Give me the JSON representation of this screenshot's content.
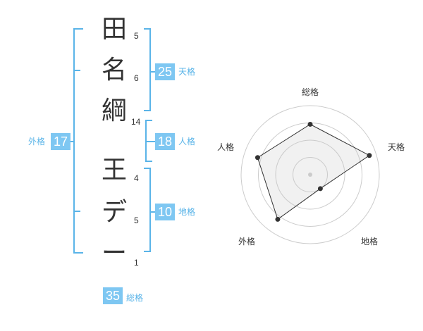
{
  "name_chars": [
    {
      "char": "田",
      "strokes": "5"
    },
    {
      "char": "名",
      "strokes": "6"
    },
    {
      "char": "綱",
      "strokes": "14"
    },
    {
      "char": "王",
      "strokes": "4"
    },
    {
      "char": "デ",
      "strokes": "5"
    },
    {
      "char": "ー",
      "strokes": "1"
    }
  ],
  "kakusu": {
    "tenkaku": {
      "value": "25",
      "label": "天格"
    },
    "jinkaku": {
      "value": "18",
      "label": "人格"
    },
    "chikaku": {
      "value": "10",
      "label": "地格"
    },
    "gaikaku": {
      "value": "17",
      "label": "外格"
    },
    "soukaku": {
      "value": "35",
      "label": "総格"
    }
  },
  "accent_color": "#7ec7f2",
  "chart_data": {
    "type": "radar",
    "axes": [
      "総格",
      "天格",
      "地格",
      "外格",
      "人格"
    ],
    "values": [
      0.73,
      0.9,
      0.25,
      0.8,
      0.8
    ],
    "rings": 4
  }
}
